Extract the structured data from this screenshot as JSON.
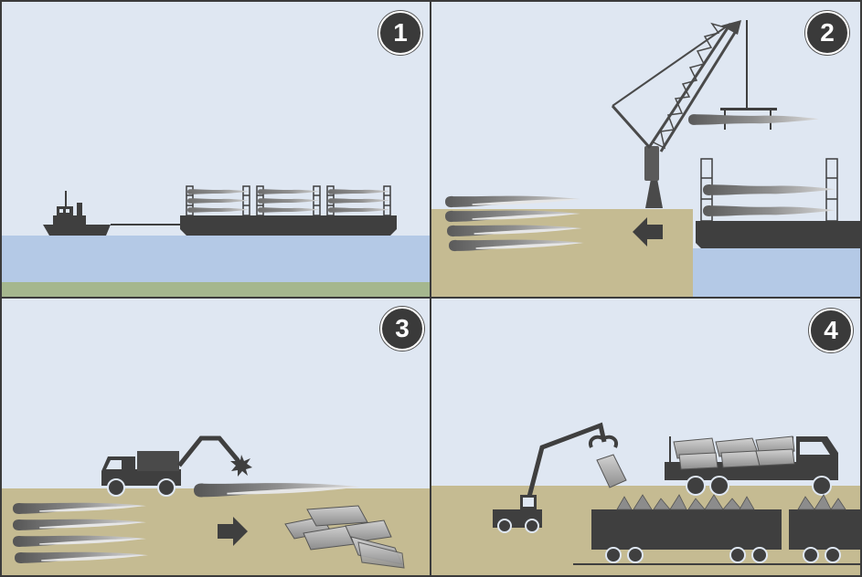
{
  "colors": {
    "sky": "#dfe7f2",
    "water": "#b4c9e6",
    "grass": "#a5b78e",
    "ground": "#c5bb92",
    "dark": "#3f3f3f",
    "blade_light": "#d7d7d7",
    "blade_dark": "#8c8c8c",
    "border": "#3b3b3b"
  },
  "panels": [
    {
      "step": "1",
      "icons": [
        "tugboat-icon",
        "barge-icon",
        "turbine-blade-icon"
      ]
    },
    {
      "step": "2",
      "icons": [
        "crane-icon",
        "barge-icon",
        "turbine-blade-icon",
        "arrow-left-icon"
      ]
    },
    {
      "step": "3",
      "icons": [
        "shredder-truck-icon",
        "saw-blade-icon",
        "turbine-blade-icon",
        "arrow-right-icon",
        "blade-pieces-icon"
      ]
    },
    {
      "step": "4",
      "icons": [
        "grab-loader-icon",
        "truck-icon",
        "railcar-icon",
        "blade-pieces-icon"
      ]
    }
  ]
}
